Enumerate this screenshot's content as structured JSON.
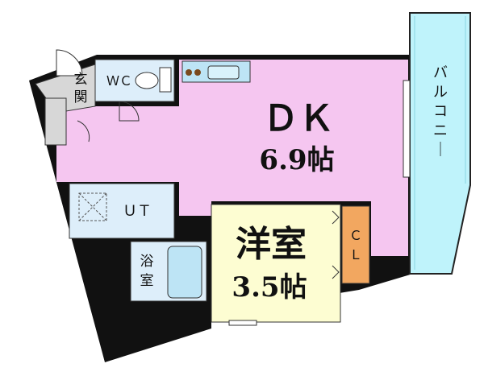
{
  "rooms": {
    "dk": {
      "name": "ＤＫ",
      "size": "6.9帖",
      "color": "#f5c6f0"
    },
    "western": {
      "name": "洋室",
      "size": "3.5帖",
      "color": "#fdfdd2"
    },
    "balcony": {
      "label": "バルコニー",
      "color": "#bff3fb"
    },
    "closet": {
      "label": "ＣＬ",
      "color": "#f2a760"
    },
    "entrance": {
      "label": "玄関",
      "color": "#d7d7d7"
    },
    "wc": {
      "label": "ＷＣ",
      "color": "#ddeefa"
    },
    "utility": {
      "label": "ＵＴ",
      "color": "#ddeefa"
    },
    "bath": {
      "label": "浴室",
      "color": "#ddeefa"
    }
  },
  "colors": {
    "wall": "#111111",
    "hall": "#f5c6f0",
    "outline": "#333333"
  }
}
